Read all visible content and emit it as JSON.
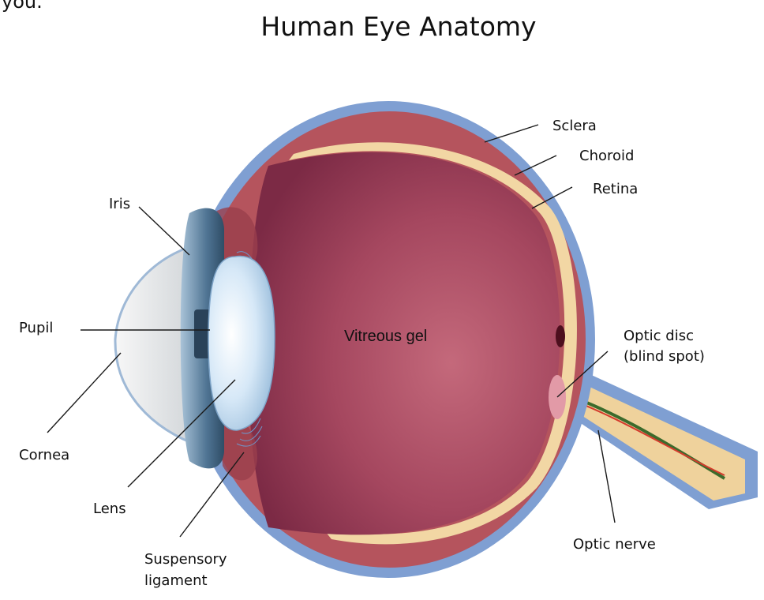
{
  "page": {
    "top_fragment": "you.",
    "title": "Human Eye Anatomy"
  },
  "labels": {
    "sclera": "Sclera",
    "choroid": "Choroid",
    "retina": "Retina",
    "iris": "Iris",
    "pupil": "Pupil",
    "vitreous_gel": "Vitreous gel",
    "optic_disc_line1": "Optic disc",
    "optic_disc_line2": "(blind spot)",
    "cornea": "Cornea",
    "lens": "Lens",
    "suspensory_line1": "Suspensory",
    "suspensory_line2": "ligament",
    "optic_nerve": "Optic nerve"
  },
  "colors": {
    "sclera": "#7f9fd2",
    "choroid": "#b5545d",
    "retina": "#f2d7a4",
    "vitreous": "#8b3352",
    "lens": "#c4def4",
    "iris": "#5b7f9b",
    "cornea": "#e7e9ea",
    "blood_vessel_red": "#d43b2c",
    "blood_vessel_green": "#3c6b2c"
  }
}
